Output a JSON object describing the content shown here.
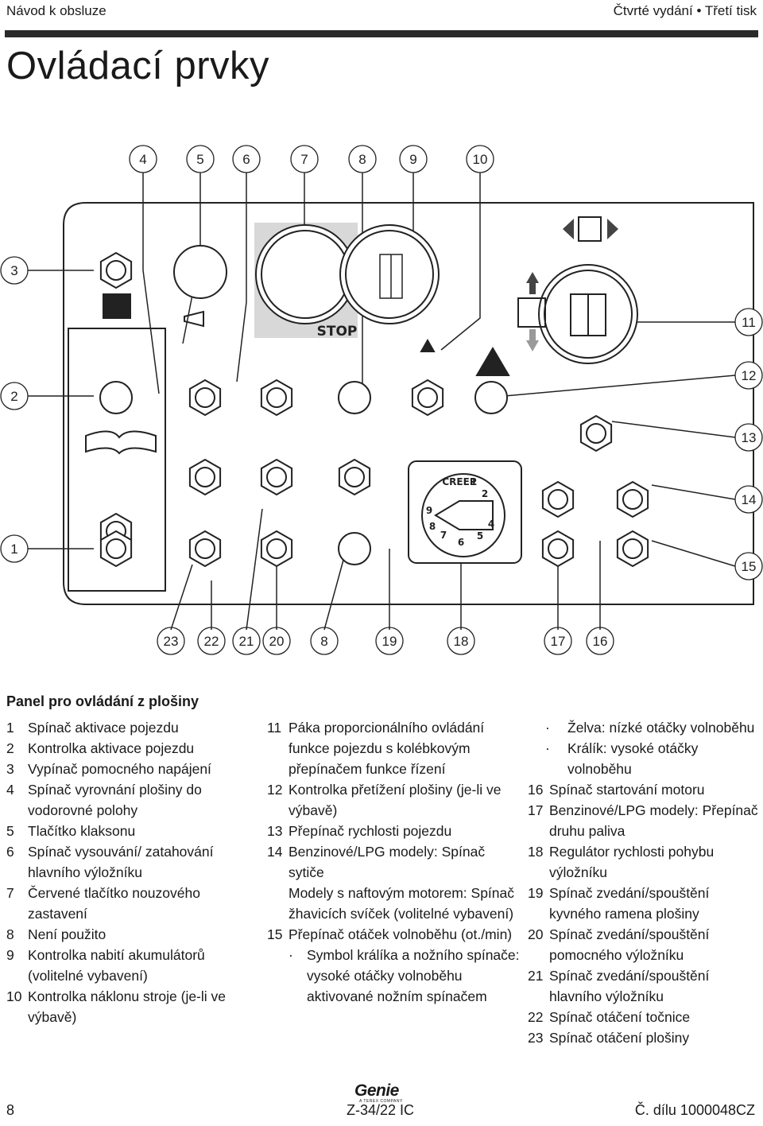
{
  "header": {
    "left": "Návod k obsluze",
    "right": "Čtvrté vydání • Třetí tisk"
  },
  "title": "Ovládací prvky",
  "diagram": {
    "top_callouts": [
      "4",
      "5",
      "6",
      "7",
      "8",
      "9",
      "10"
    ],
    "left_callouts": [
      "3",
      "2",
      "1"
    ],
    "right_callouts": [
      "11",
      "12",
      "13",
      "14",
      "15"
    ],
    "bottom_callouts": [
      "23",
      "22",
      "21",
      "20",
      "8",
      "19",
      "18",
      "17",
      "16"
    ],
    "stop_label": "STOP",
    "creep_label": "CREEP",
    "dial_numbers": [
      "1",
      "2",
      "4",
      "5",
      "6",
      "7",
      "8",
      "9"
    ]
  },
  "caption": "Panel pro ovládání z plošiny",
  "column1": [
    {
      "num": "1",
      "text": "Spínač aktivace pojezdu"
    },
    {
      "num": "2",
      "text": "Kontrolka aktivace pojezdu"
    },
    {
      "num": "3",
      "text": "Vypínač pomocného napájení"
    },
    {
      "num": "4",
      "text": "Spínač vyrovnání plošiny do vodorovné polohy"
    },
    {
      "num": "5",
      "text": "Tlačítko klaksonu"
    },
    {
      "num": "6",
      "text": "Spínač vysouvání/ zatahování hlavního výložníku"
    },
    {
      "num": "7",
      "text": "Červené tlačítko nouzového zastavení"
    },
    {
      "num": "8",
      "text": "Není použito"
    },
    {
      "num": "9",
      "text": "Kontrolka nabití akumulátorů (volitelné vybavení)"
    },
    {
      "num": "10",
      "text": "Kontrolka náklonu stroje (je-li ve výbavě)"
    }
  ],
  "column2": [
    {
      "num": "11",
      "text": "Páka proporcionálního ovládání funkce pojezdu s kolébkovým přepínačem funkce řízení"
    },
    {
      "num": "12",
      "text": "Kontrolka přetížení plošiny (je-li ve výbavě)"
    },
    {
      "num": "13",
      "text": "Přepínač rychlosti pojezdu"
    },
    {
      "num": "14",
      "text": "Benzinové/LPG modely: Spínač sytiče",
      "text2": "Modely s naftovým motorem: Spínač žhavicích svíček (volitelné vybavení)"
    },
    {
      "num": "15",
      "text": "Přepínač otáček volnoběhu (ot./min)"
    }
  ],
  "column2_sub": [
    {
      "bullet": "·",
      "text": "Symbol králíka a nožního spínače: vysoké otáčky volnoběhu aktivované nožním spínačem"
    }
  ],
  "column3_sub": [
    {
      "bullet": "·",
      "text": "Želva: nízké otáčky volnoběhu"
    },
    {
      "bullet": "·",
      "text": "Králík: vysoké otáčky volnoběhu"
    }
  ],
  "column3": [
    {
      "num": "16",
      "text": "Spínač startování motoru"
    },
    {
      "num": "17",
      "text": "Benzinové/LPG modely: Přepínač druhu paliva"
    },
    {
      "num": "18",
      "text": "Regulátor rychlosti pohybu výložníku"
    },
    {
      "num": "19",
      "text": "Spínač zvedání/spouštění kyvného ramena plošiny"
    },
    {
      "num": "20",
      "text": "Spínač zvedání/spouštění pomocného výložníku"
    },
    {
      "num": "21",
      "text": "Spínač zvedání/spouštění hlavního výložníku"
    },
    {
      "num": "22",
      "text": "Spínač otáčení točnice"
    },
    {
      "num": "23",
      "text": "Spínač otáčení plošiny"
    }
  ],
  "footer": {
    "left": "8",
    "center": "Z-34/22 IC",
    "right": "Č. dílu 1000048CZ",
    "logo": "Genie",
    "logo_sub": "A TEREX COMPANY"
  }
}
